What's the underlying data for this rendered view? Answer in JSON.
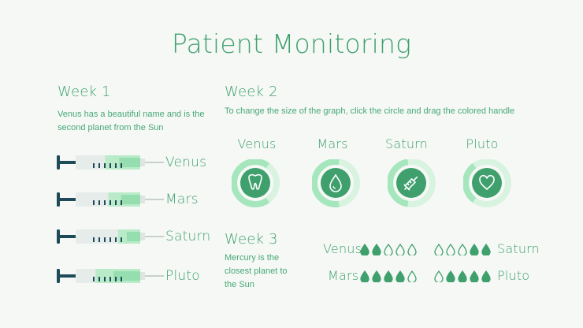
{
  "title": "Patient Monitoring",
  "week1": {
    "heading": "Week 1",
    "description": "Venus has a beautiful name and is the second planet from the Sun",
    "syringes": [
      {
        "label": "Venus",
        "level": 0.55
      },
      {
        "label": "Mars",
        "level": 0.5
      },
      {
        "label": "Saturn",
        "level": 0.35
      },
      {
        "label": "Pluto",
        "level": 0.7
      }
    ]
  },
  "week2": {
    "heading": "Week 2",
    "description": "To change the size of the graph, click the circle and drag the colored handle",
    "gauges": [
      {
        "label": "Venus",
        "icon": "tooth-icon",
        "percent": 70
      },
      {
        "label": "Mars",
        "icon": "drop-icon",
        "percent": 55
      },
      {
        "label": "Saturn",
        "icon": "syringe-icon",
        "percent": 45
      },
      {
        "label": "Pluto",
        "icon": "heart-icon",
        "percent": 30
      }
    ]
  },
  "week3": {
    "heading": "Week 3",
    "description": "Mercury is the closest planet to the Sun",
    "drops": [
      {
        "label": "Venus",
        "filled": 2,
        "total": 5,
        "side": "left"
      },
      {
        "label": "Mars",
        "filled": 4,
        "total": 5,
        "side": "left"
      },
      {
        "label": "Saturn",
        "filled": 2,
        "total": 5,
        "side": "right"
      },
      {
        "label": "Pluto",
        "filled": 4,
        "total": 5,
        "side": "right"
      }
    ]
  },
  "colors": {
    "accent": "#3fa06d",
    "dark": "#1f4a5a",
    "light_green": "#b9ebc9",
    "gauge_track": "#d9f3e1",
    "gauge_fill": "#a6e6bd"
  }
}
